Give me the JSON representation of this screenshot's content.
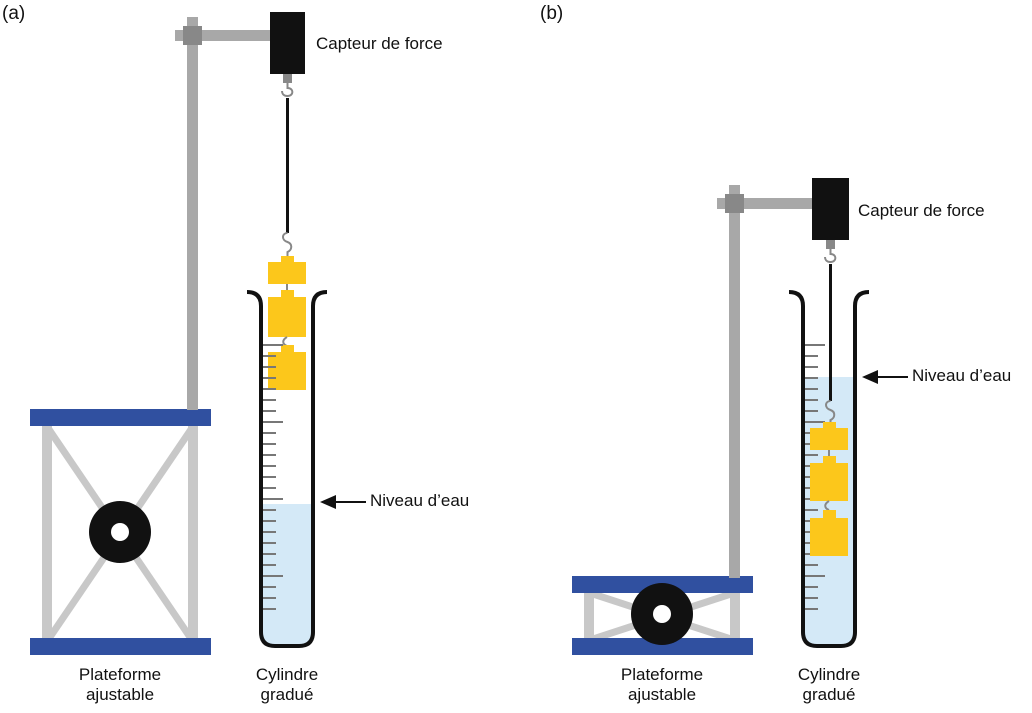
{
  "panels": {
    "a": {
      "letter": "(a)",
      "sensor_label": "Capteur de force",
      "water_label": "Niveau d’eau",
      "platform_label_line1": "Plateforme",
      "platform_label_line2": "ajustable",
      "cylinder_label_line1": "Cylindre",
      "cylinder_label_line2": "gradué"
    },
    "b": {
      "letter": "(b)",
      "sensor_label": "Capteur de force",
      "water_label": "Niveau d’eau",
      "platform_label_line1": "Plateforme",
      "platform_label_line2": "ajustable",
      "cylinder_label_line1": "Cylindre",
      "cylinder_label_line2": "gradué"
    }
  },
  "colors": {
    "platform_blue": "#3050a0",
    "stand_gray": "#a8a8a8",
    "frame_gray": "#c8c8c8",
    "sensor_black": "#111111",
    "weight_yellow": "#fcc71b",
    "water_blue": "#d4e9f7",
    "tick_gray": "#777777"
  }
}
